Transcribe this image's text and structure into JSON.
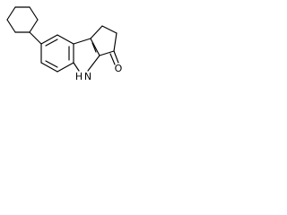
{
  "molecule": {
    "atom_labels": {
      "oxygen": "O",
      "nitrogen_h": "H",
      "nitrogen": "N"
    }
  }
}
